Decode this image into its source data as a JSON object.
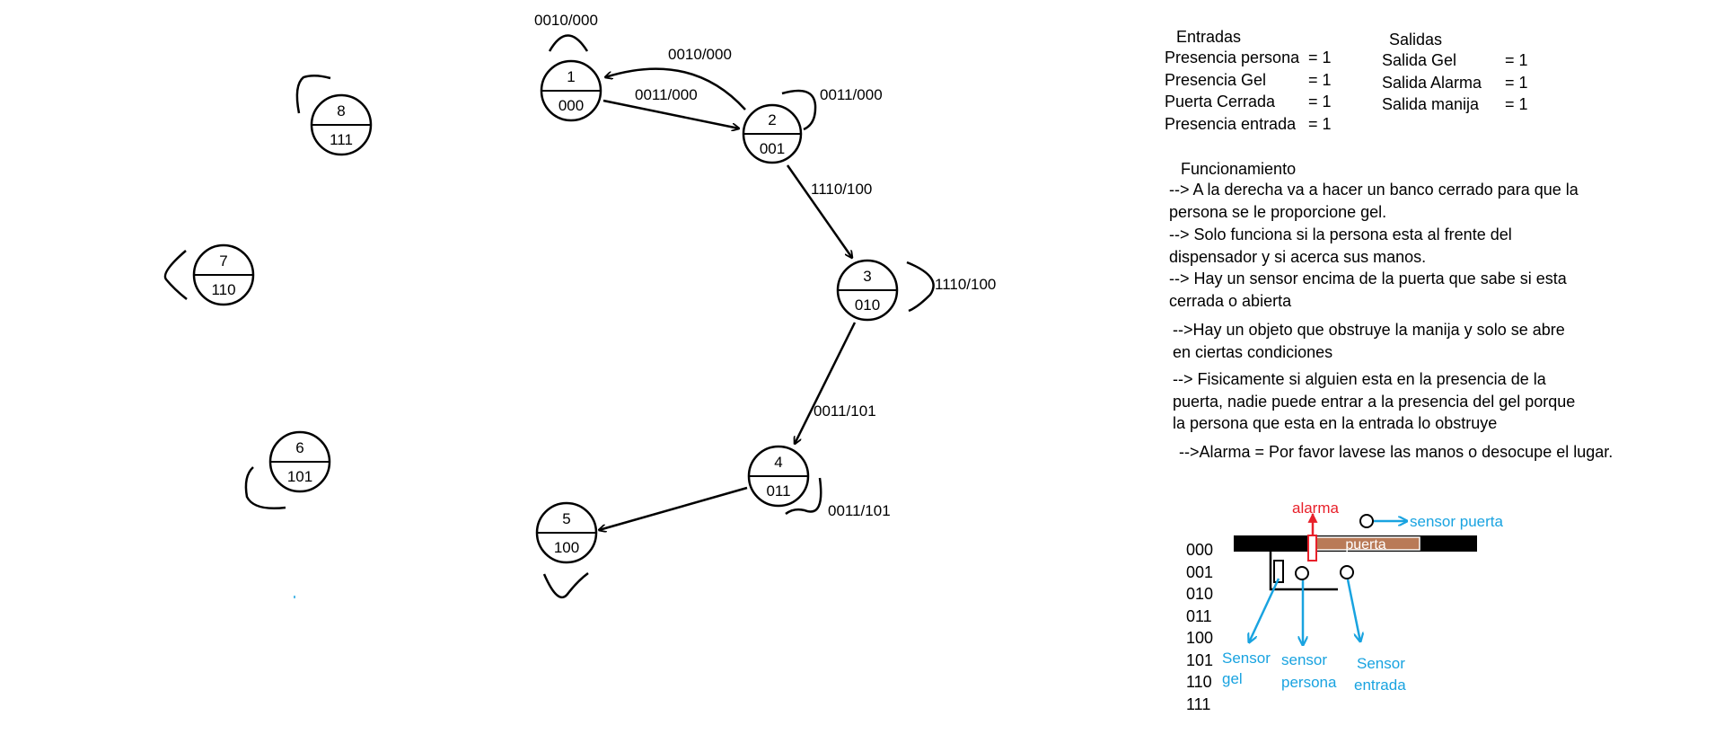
{
  "states": [
    {
      "id": "1",
      "code": "000"
    },
    {
      "id": "2",
      "code": "001"
    },
    {
      "id": "3",
      "code": "010"
    },
    {
      "id": "4",
      "code": "011"
    },
    {
      "id": "5",
      "code": "100"
    },
    {
      "id": "6",
      "code": "101"
    },
    {
      "id": "7",
      "code": "110"
    },
    {
      "id": "8",
      "code": "111"
    }
  ],
  "transitions": [
    {
      "from": "1",
      "to": "1",
      "label": "0010/000"
    },
    {
      "from": "2",
      "to": "1",
      "label": "0010/000"
    },
    {
      "from": "1",
      "to": "2",
      "label": "0011/000"
    },
    {
      "from": "2",
      "to": "2",
      "label": "0011/000"
    },
    {
      "from": "2",
      "to": "3",
      "label": "1110/100"
    },
    {
      "from": "3",
      "to": "3",
      "label": "1110/100"
    },
    {
      "from": "3",
      "to": "4",
      "label": "0011/101"
    },
    {
      "from": "4",
      "to": "4",
      "label": "0011/101"
    },
    {
      "from": "4",
      "to": "5",
      "label": "",
      "note": "unlabeled"
    }
  ],
  "entradas": {
    "title": "Entradas",
    "items": [
      {
        "name": "Presencia persona",
        "value": "= 1"
      },
      {
        "name": "Presencia Gel",
        "value": "= 1"
      },
      {
        "name": "Puerta Cerrada",
        "value": "= 1"
      },
      {
        "name": "Presencia entrada",
        "value": "= 1"
      }
    ]
  },
  "salidas": {
    "title": "Salidas",
    "items": [
      {
        "name": "Salida Gel",
        "value": "= 1"
      },
      {
        "name": "Salida Alarma",
        "value": "= 1"
      },
      {
        "name": "Salida manija",
        "value": "= 1"
      }
    ]
  },
  "funcionamiento": {
    "title": "Funcionamiento",
    "items": [
      [
        "--> A la derecha va a hacer un banco cerrado para que la",
        "persona se le proporcione gel."
      ],
      [
        "--> Solo funciona si la persona esta al frente del",
        "dispensador y si acerca sus manos."
      ],
      [
        "--> Hay un sensor encima de la puerta que sabe si esta",
        "cerrada o abierta"
      ],
      [
        "-->Hay un objeto que obstruye la manija y solo se abre",
        "en ciertas condiciones"
      ],
      [
        "--> Fisicamente si alguien esta en la presencia de la",
        "puerta, nadie puede entrar a la presencia del gel porque",
        "la persona que esta en la entrada lo obstruye"
      ],
      [
        "-->Alarma = Por favor lavese las manos o desocupe el lugar."
      ]
    ]
  },
  "codes": [
    "000",
    "001",
    "010",
    "011",
    "100",
    "101",
    "110",
    "111"
  ],
  "sketch": {
    "puerta": "puerta",
    "alarma": "alarma",
    "sensor_puerta": "sensor puerta",
    "sensor_gel": [
      "Sensor",
      "gel"
    ],
    "sensor_persona": [
      "sensor",
      "persona"
    ],
    "sensor_entrada": [
      "Sensor",
      "entrada"
    ]
  },
  "colors": {
    "ink": "#000000",
    "alarm": "#e8202a",
    "sensor": "#19a3e0",
    "door": "#b97a57"
  }
}
